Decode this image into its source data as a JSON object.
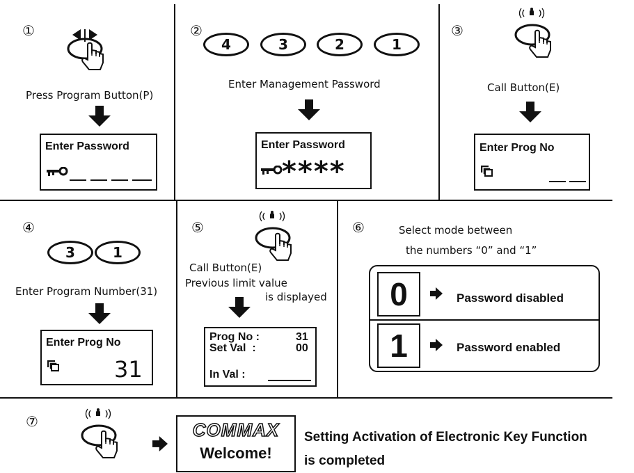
{
  "steps": {
    "s1": {
      "number": "①",
      "caption": "Press Program Button(P)",
      "lcd_title": "Enter Password"
    },
    "s2": {
      "number": "②",
      "keys": [
        "4",
        "3",
        "2",
        "1"
      ],
      "caption": "Enter Management Password",
      "lcd_title": "Enter Password",
      "masked": "****"
    },
    "s3": {
      "number": "③",
      "caption": "Call Button(E)",
      "lcd_title": "Enter Prog No"
    },
    "s4": {
      "number": "④",
      "keys": [
        "3",
        "1"
      ],
      "caption": "Enter Program Number(31)",
      "lcd_title": "Enter Prog No",
      "lcd_value": "31"
    },
    "s5": {
      "number": "⑤",
      "caption1": "Call Button(E)",
      "caption2": "Previous limit value",
      "caption3": "is displayed",
      "prog_label": "Prog No :",
      "prog_value": "31",
      "set_label": "Set Val  :",
      "set_value": "00",
      "in_label": "In Val :"
    },
    "s6": {
      "number": "⑥",
      "caption1": "Select mode between",
      "caption2": "the numbers “0” and “1”",
      "modes": [
        {
          "digit": "0",
          "label": "Password disabled"
        },
        {
          "digit": "1",
          "label": "Password enabled"
        }
      ]
    },
    "s7": {
      "number": "⑦",
      "brand": "COMMAX",
      "welcome": "Welcome!",
      "line1": "Setting Activation of Electronic Key Function",
      "line2": "is completed"
    }
  },
  "icons": [
    "program-button-icon",
    "call-button-icon",
    "key-icon",
    "prog-icon",
    "arrow-down-icon",
    "arrow-right-icon"
  ]
}
